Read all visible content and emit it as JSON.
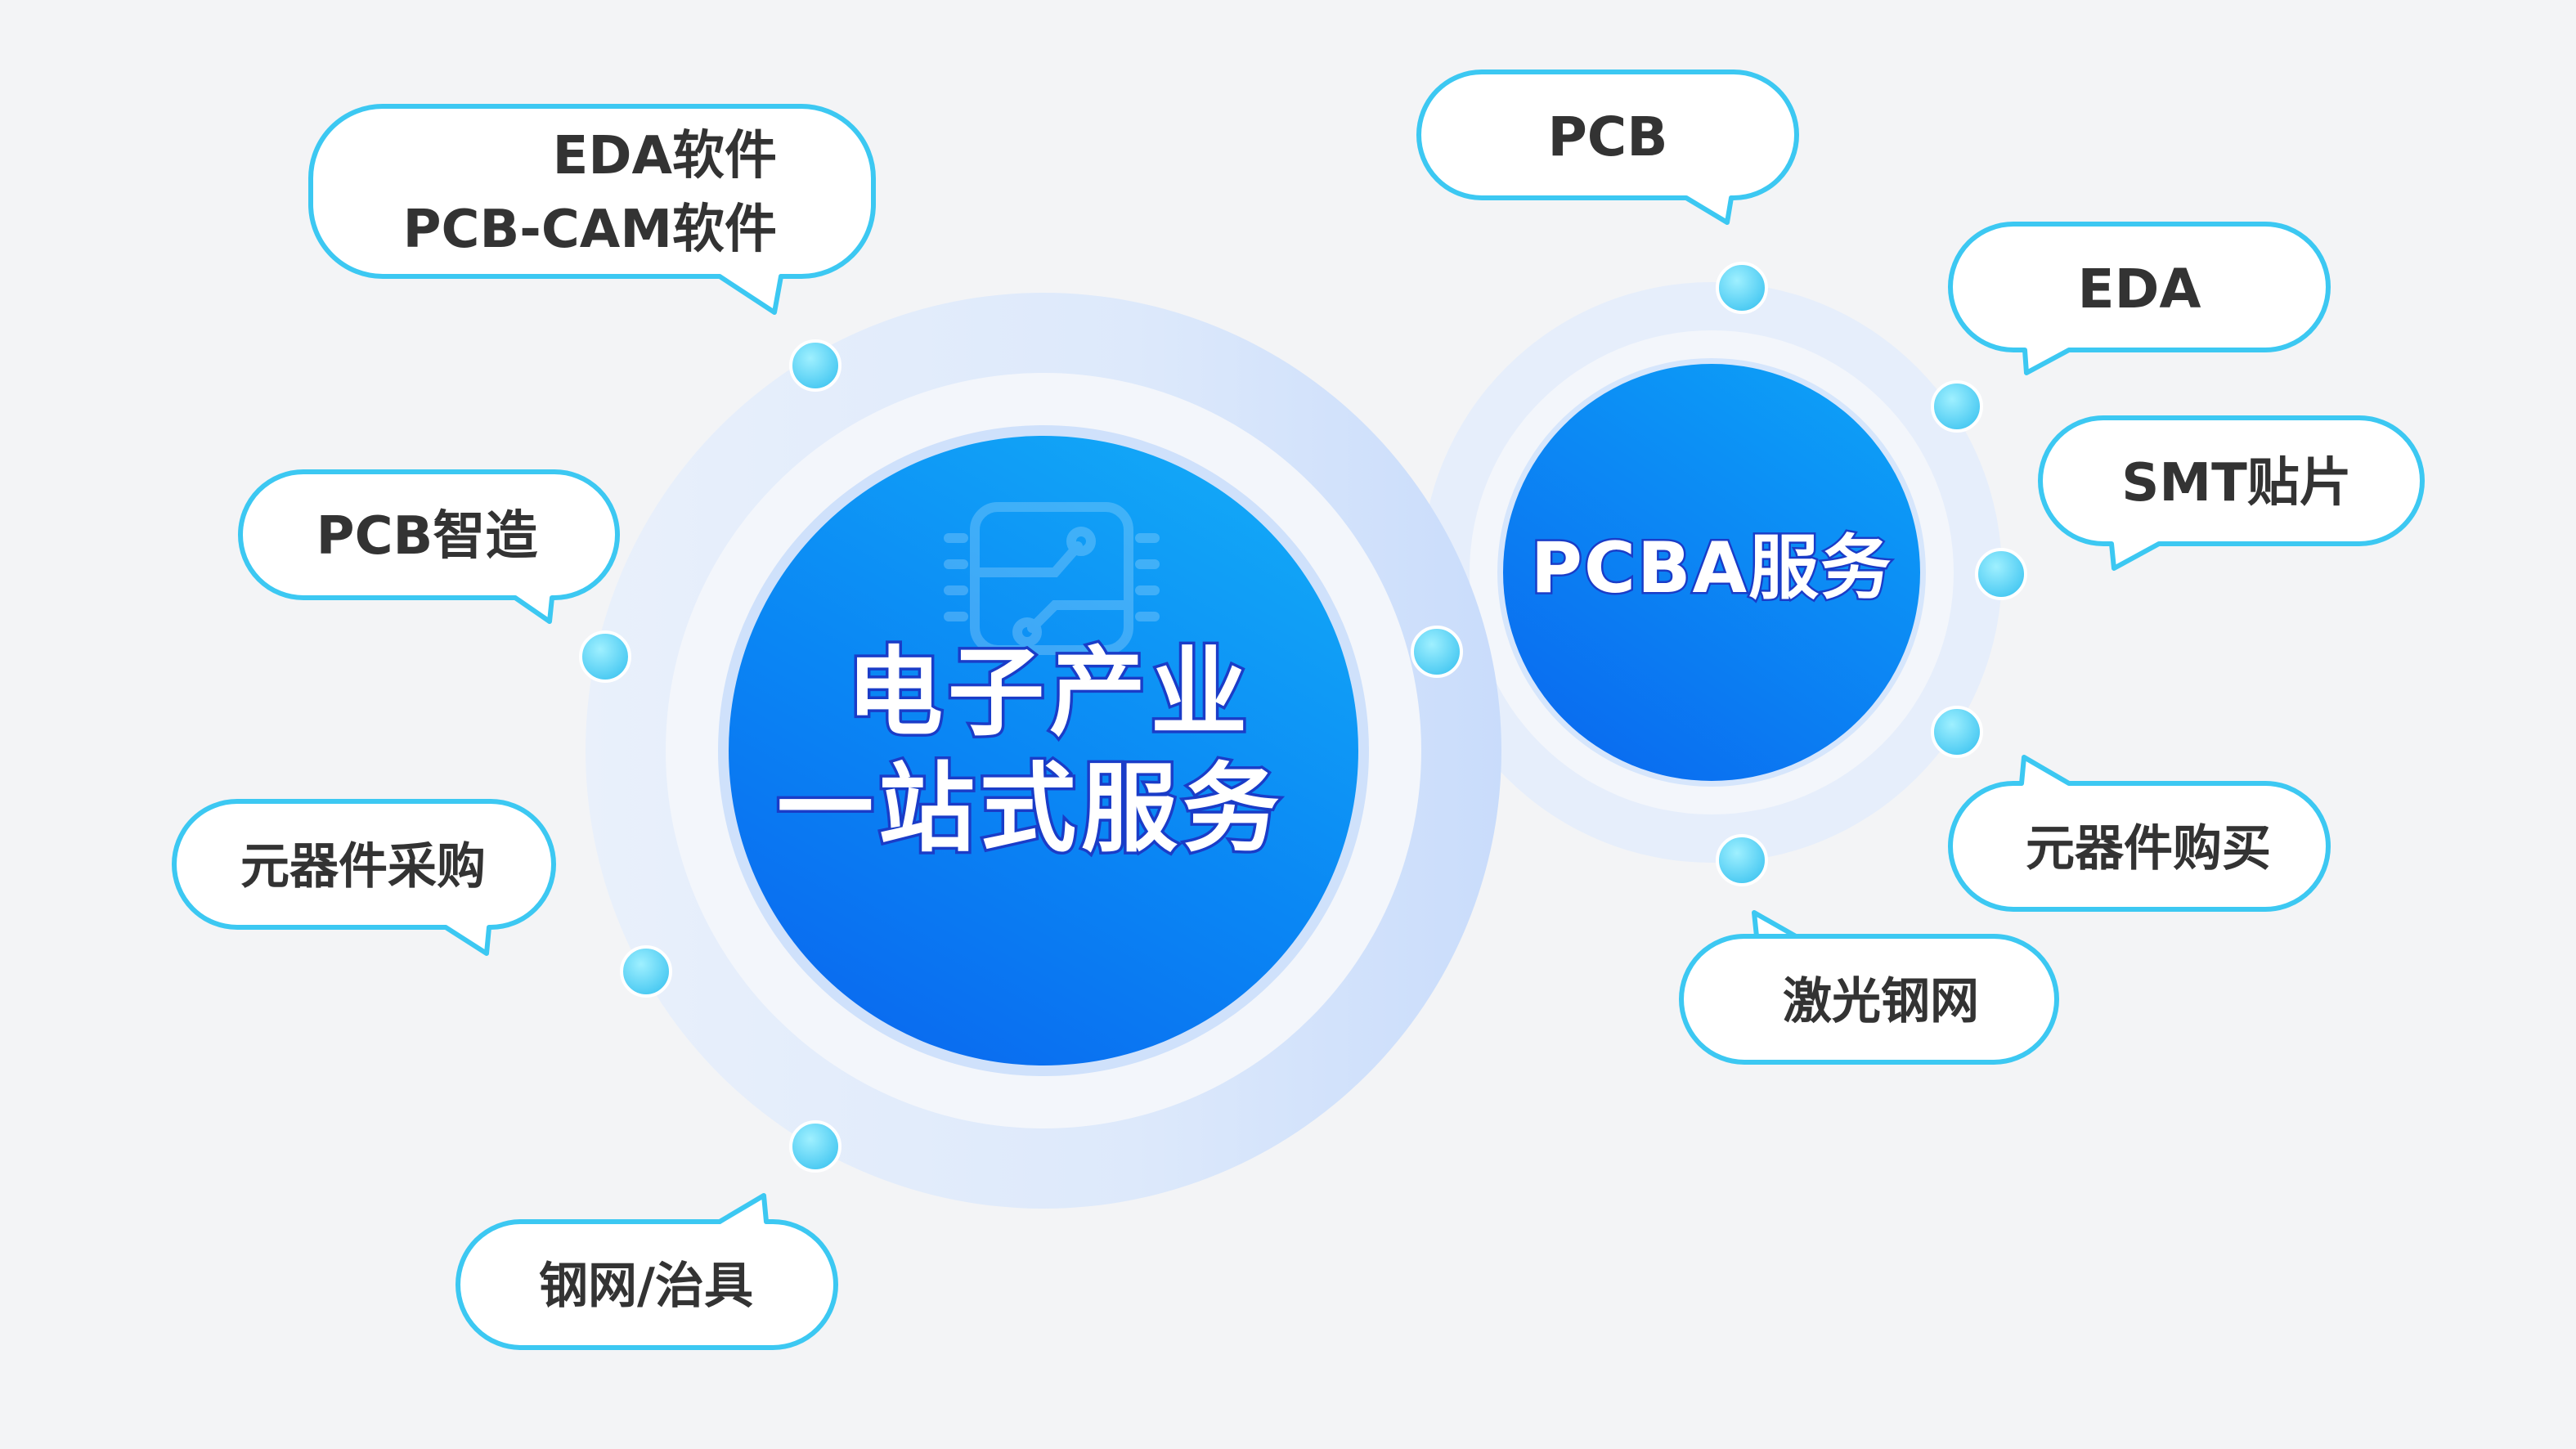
{
  "colors": {
    "background": "#f3f4f6",
    "accent": "#0a7cf5",
    "bubble_border": "#3cc8f2",
    "dot": "#5fd3f7",
    "text": "#333333",
    "text_shadow": "#1a3cc8"
  },
  "main_hub": {
    "line1": "电子产业",
    "line2": "一站式服务",
    "icon": "chip-icon"
  },
  "pcba_hub": {
    "label": "PCBA服务"
  },
  "left_services": [
    {
      "line1": "EDA软件",
      "line2": "PCB-CAM软件"
    },
    {
      "label": "PCB智造"
    },
    {
      "label": "元器件采购"
    },
    {
      "label": "钢网/治具"
    }
  ],
  "right_services": [
    {
      "label": "PCB"
    },
    {
      "label": "EDA"
    },
    {
      "label": "SMT贴片"
    },
    {
      "label": "元器件购买"
    },
    {
      "label": "激光钢网"
    }
  ]
}
